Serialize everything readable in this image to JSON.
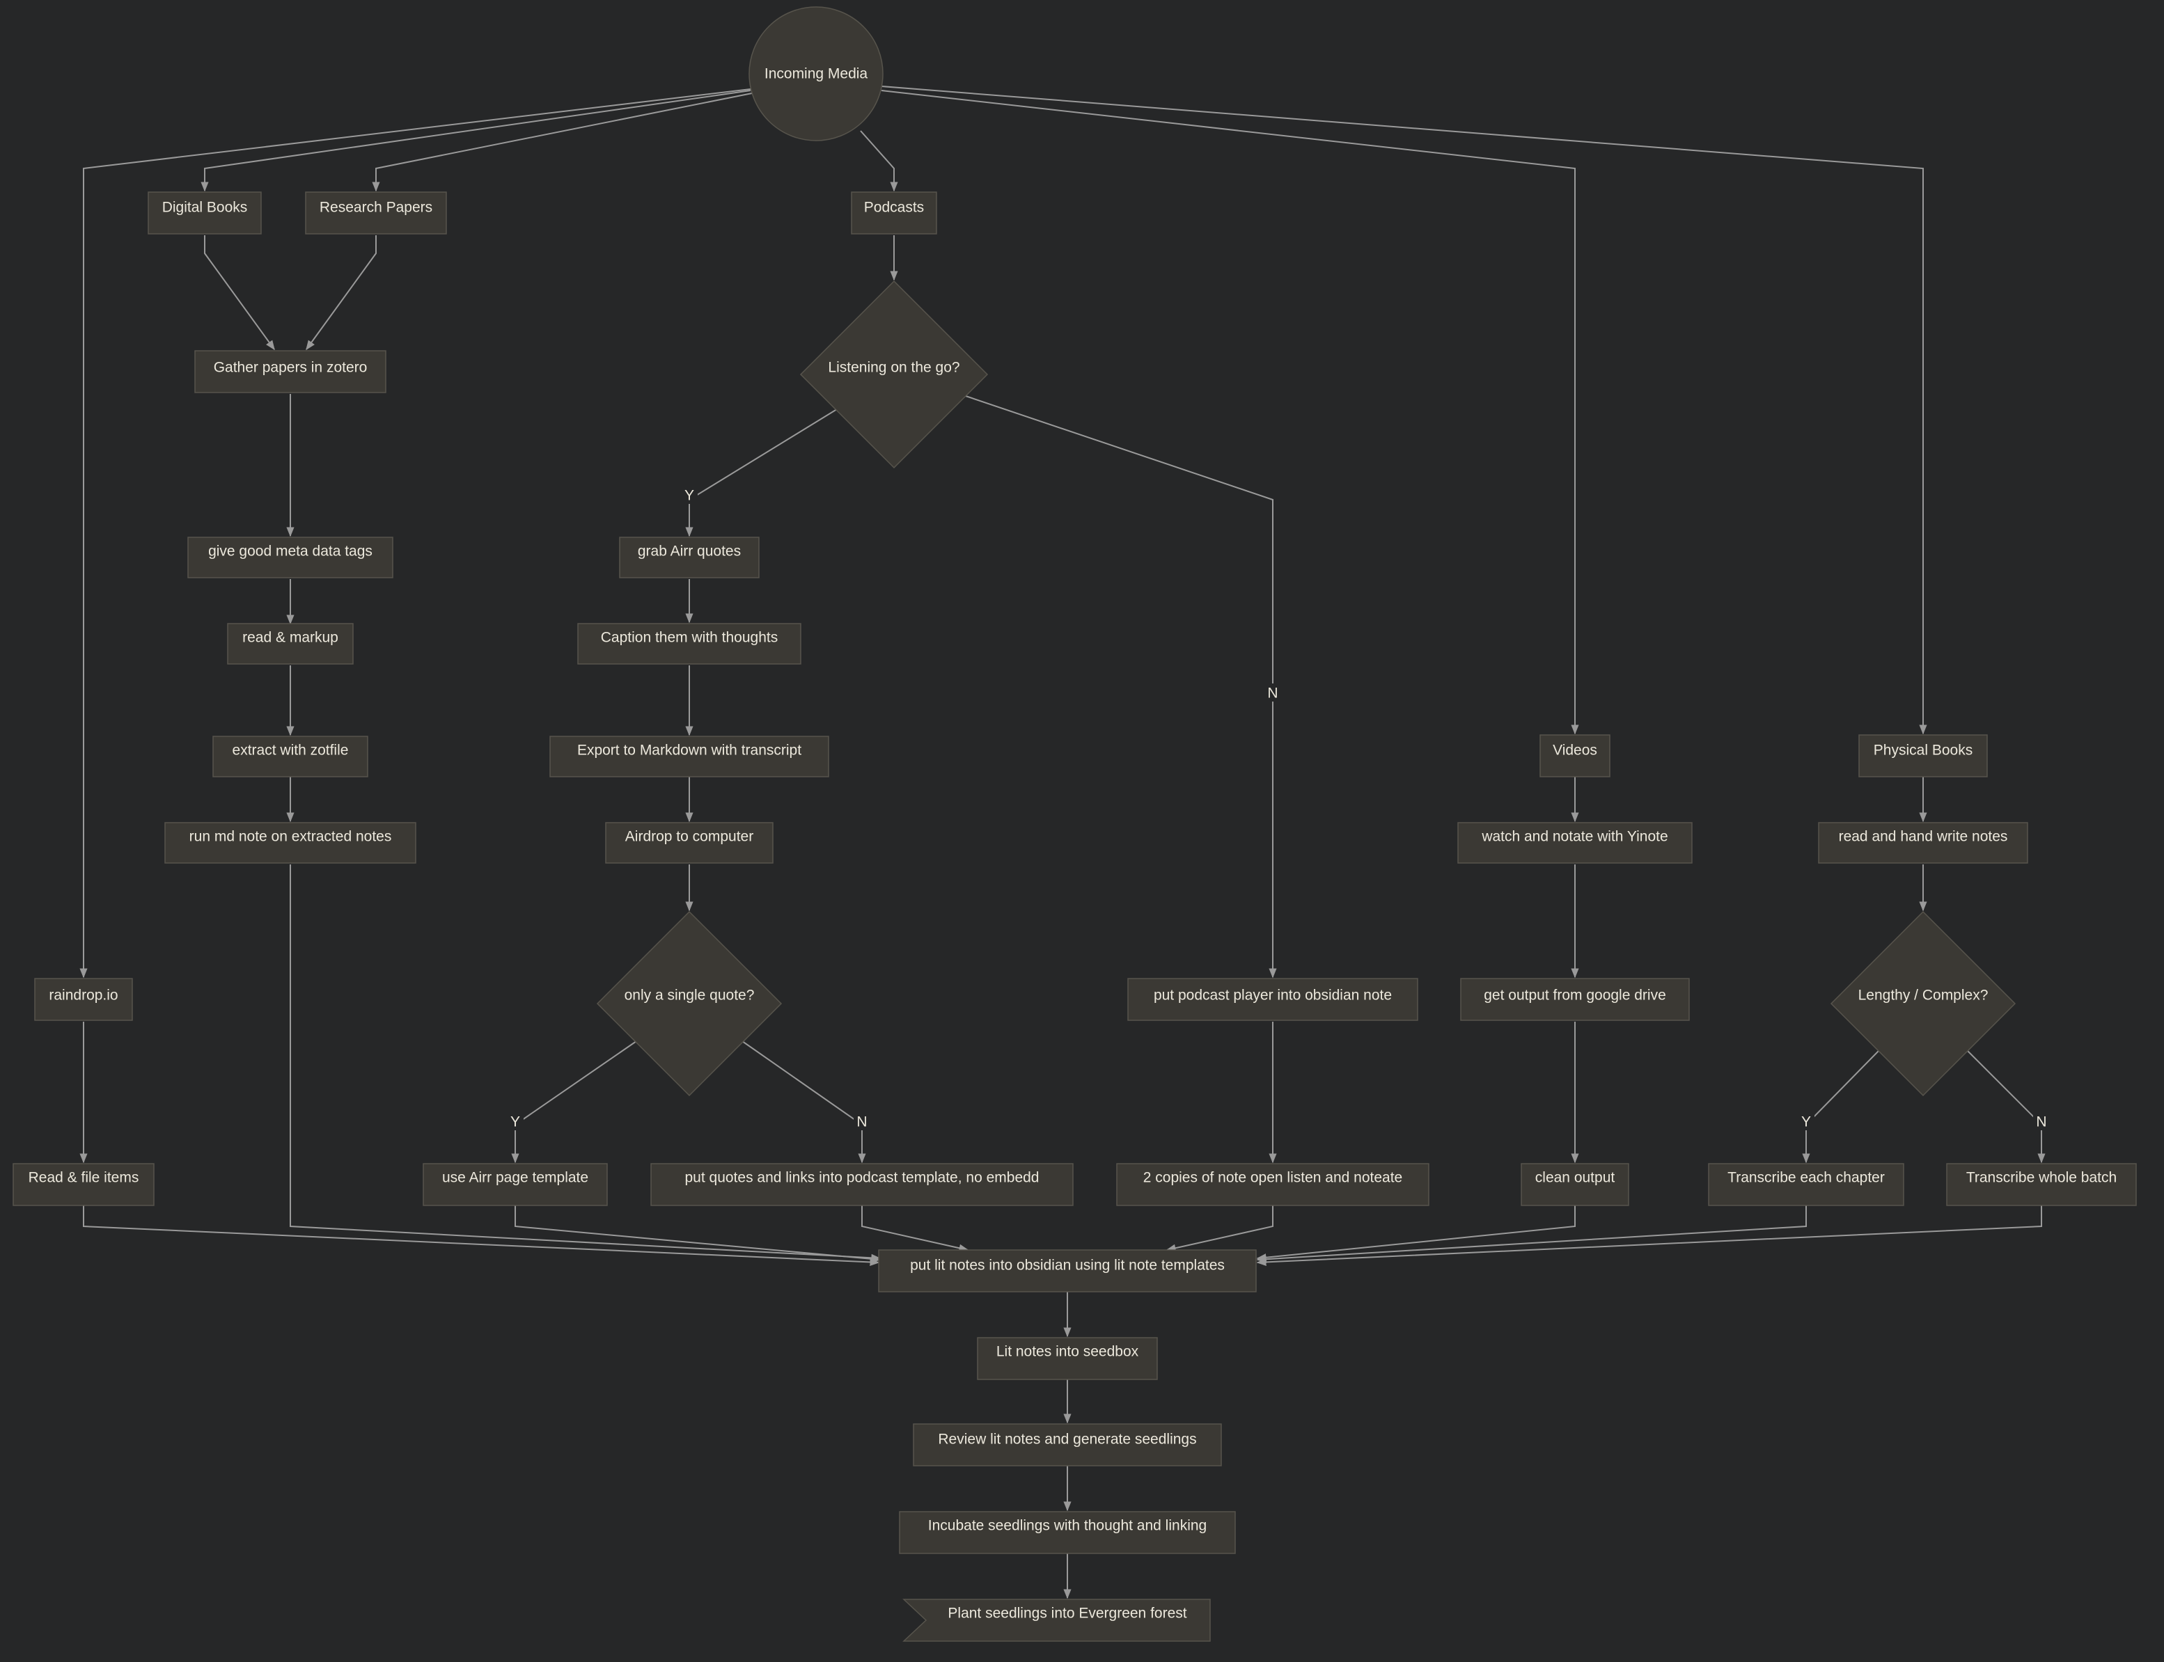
{
  "nodes": {
    "incoming": "Incoming Media",
    "digital_books": "Digital Books",
    "research_papers": "Research Papers",
    "podcasts": "Podcasts",
    "gather_zotero": "Gather papers in zotero",
    "listening": "Listening on the go?",
    "meta_tags": "give good meta data tags",
    "grab_airr": "grab Airr quotes",
    "read_markup": "read & markup",
    "caption": "Caption them with thoughts",
    "extract_zotfile": "extract with zotfile",
    "export_md": "Export to Markdown with transcript",
    "videos": "Videos",
    "physical_books": "Physical Books",
    "run_md": "run md note on extracted notes",
    "airdrop": "Airdrop to computer",
    "watch_yinote": "watch and notate with Yinote",
    "read_hand": "read and hand write notes",
    "raindrop": "raindrop.io",
    "single_quote": "only a single quote?",
    "podcast_player": "put podcast player into obsidian note",
    "google_drive": "get output from google drive",
    "lengthy": "Lengthy / Complex?",
    "read_file": "Read & file items",
    "use_airr": "use Airr page template",
    "put_quotes": "put quotes and links into podcast template, no embedd",
    "two_copies": "2 copies of note open listen and noteate",
    "clean_output": "clean output",
    "transcribe_chapter": "Transcribe each chapter",
    "transcribe_batch": "Transcribe whole batch",
    "lit_notes": "put lit notes into obsidian using lit note templates",
    "seedbox": "Lit notes into seedbox",
    "review": "Review lit notes and generate seedlings",
    "incubate": "Incubate seedlings with thought and linking",
    "plant": "Plant seedlings into Evergreen forest"
  },
  "edge_labels": {
    "listen_yes": "Y",
    "listen_no": "N",
    "quote_yes": "Y",
    "quote_no": "N",
    "lengthy_yes": "Y",
    "lengthy_no": "N"
  },
  "colors": {
    "background": "#262728",
    "node_fill": "#3b3934",
    "node_stroke": "#57544c",
    "edge": "#9a9a9a",
    "text": "#ece8dc"
  }
}
